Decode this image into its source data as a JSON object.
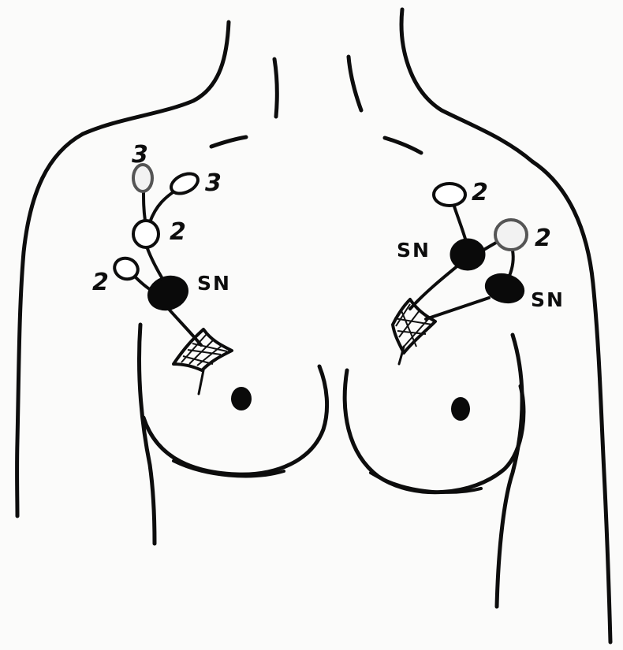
{
  "labels": {
    "left": {
      "node_top_a": "3",
      "node_top_b": "3",
      "node_mid": "2",
      "node_side": "2",
      "sentinel": "SN"
    },
    "right": {
      "node_top": "2",
      "node_side": "2",
      "sentinel_upper": "SN",
      "sentinel_lower": "SN"
    }
  },
  "colors": {
    "ink": "#0d0d0d",
    "paper": "#fbfbfa"
  }
}
